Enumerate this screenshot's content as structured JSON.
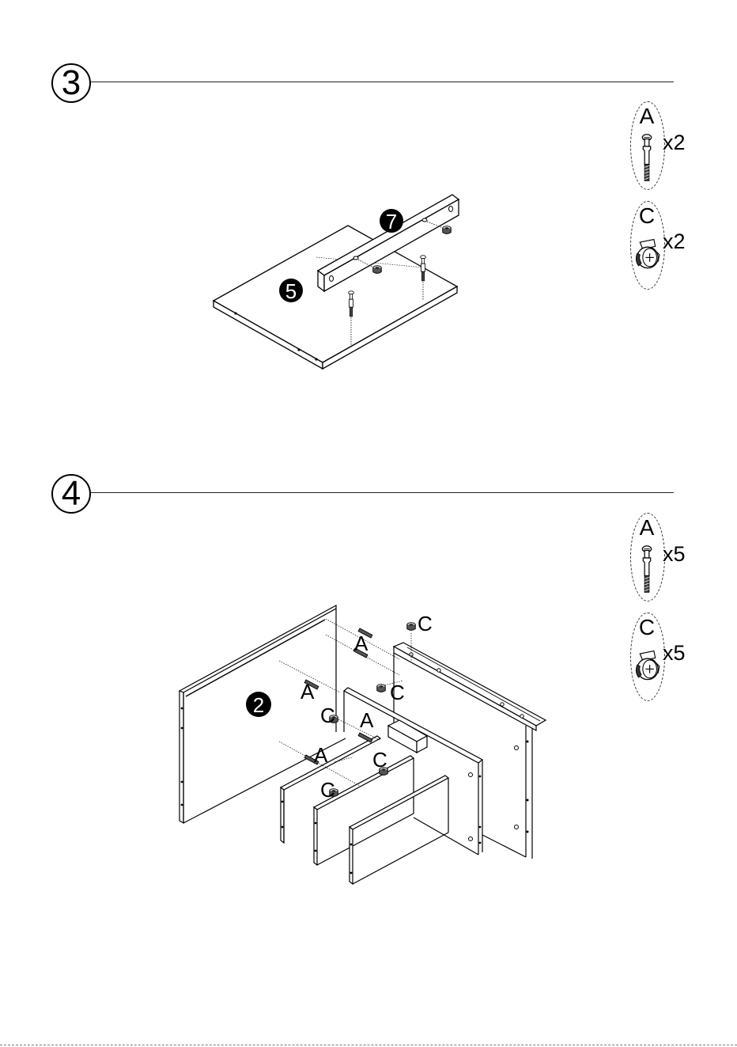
{
  "steps": [
    {
      "number": "3",
      "hardware": [
        {
          "letter": "A",
          "quantity": "x2",
          "icon": "cam-bolt-icon"
        },
        {
          "letter": "C",
          "quantity": "x2",
          "icon": "cam-lock-nut-icon"
        }
      ],
      "panels": [
        "7",
        "5"
      ]
    },
    {
      "number": "4",
      "hardware": [
        {
          "letter": "A",
          "quantity": "x5",
          "icon": "cam-bolt-icon"
        },
        {
          "letter": "C",
          "quantity": "x5",
          "icon": "cam-lock-nut-icon"
        }
      ],
      "panels": [
        "2"
      ],
      "callouts": [
        "C",
        "A",
        "A",
        "C",
        "C",
        "A",
        "A",
        "C",
        "C"
      ]
    }
  ]
}
